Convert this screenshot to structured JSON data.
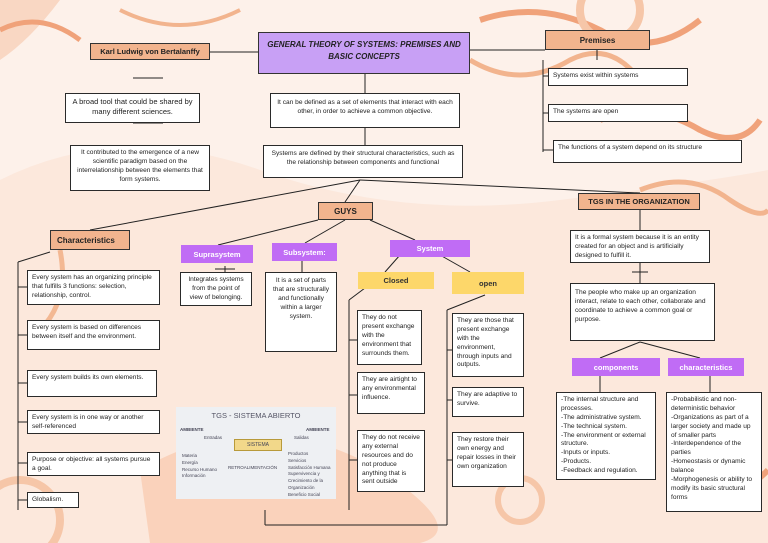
{
  "title": "GENERAL THEORY OF SYSTEMS: PREMISES AND BASIC CONCEPTS",
  "author": "Karl Ludwig von Bertalanffy",
  "broad_tool": "A broad tool that could be shared by many different sciences.",
  "paradigm": "It contributed to the emergence of a new scientific paradigm based on the interrelationship between the elements that form systems.",
  "definition": "It can be defined as a set of elements that interact with each other, in order to achieve a common objective.",
  "structural": "Systems are defined by their structural characteristics, such as the relationship between components and functional",
  "premises": {
    "label": "Premises",
    "items": [
      "Systems exist within systems",
      "The systems are open",
      "The functions of a system depend on its structure"
    ]
  },
  "guys": "GUYS",
  "characteristics": {
    "label": "Characteristics",
    "items": [
      "Every system has an organizing principle that fulfills 3 functions: selection, relationship, control.",
      "Every system is based on differences between itself and the environment.",
      "Every system builds its own elements.",
      "Every system is in one way or another self-referenced",
      "Purpose or objective: all systems pursue a goal.",
      "Globalism."
    ]
  },
  "suprasystem": {
    "label": "Suprasystem",
    "text": "Integrates systems from the point of view of belonging."
  },
  "subsystem": {
    "label": "Subsystem:",
    "text": "It is a set of parts that are structurally and functionally within a larger system."
  },
  "system": {
    "label": "System"
  },
  "closed": {
    "label": "Closed",
    "items": [
      "They do not present exchange with the environment that surrounds them.",
      "They are airtight to any environmental influence.",
      "They do not receive any external resources and do not produce anything that is sent outside"
    ]
  },
  "open": {
    "label": "open",
    "items": [
      "They are those that present exchange with the environment, through inputs and outputs.",
      "They are adaptive to survive.",
      "They restore their own energy and repair losses in their own organization"
    ]
  },
  "tgs_org": {
    "label": "TGS IN THE ORGANIZATION",
    "formal": "It is a formal system because it is an entity created for an object and is artificially designed to fulfill it.",
    "people": "The people who make up an organization interact, relate to each other, collaborate and coordinate to achieve a common goal or purpose."
  },
  "components": {
    "label": "components",
    "text": "-The internal structure and processes.\n-The administrative system.\n-The technical system.\n-The environment or external structure.\n-Inputs or inputs.\n-Products.\n-Feedback and regulation."
  },
  "org_characteristics": {
    "label": "characteristics",
    "text": "-Probabilistic and non-deterministic behavior\n-Organizations as part of a larger society and made up of smaller parts\n-Interdependence of the parties\n-Homeostasis or dynamic balance\n-Morphogenesis or ability to modify its basic structural forms"
  },
  "thumbnail": {
    "title": "TGS - SISTEMA ABIERTO",
    "ambiente_left": "AMBIENTE",
    "ambiente_right": "AMBIENTE",
    "entradas": "Entradas",
    "salidas": "Salidas",
    "sistema": "SISTEMA",
    "retro": "RETROALIMENTACIÓN",
    "left_list": [
      "Materia",
      "Energía",
      "Recurso Humano",
      "Información"
    ],
    "right_list": [
      "Productos",
      "Servicios",
      "Satisfacción Humana",
      "Supervivencia y Crecimiento de la Organización",
      "Beneficio Social"
    ]
  },
  "colors": {
    "orange": "#f2b48e",
    "purple": "#c06cf5",
    "lavender": "#c8a0f5",
    "yellow": "#fdd76a"
  }
}
